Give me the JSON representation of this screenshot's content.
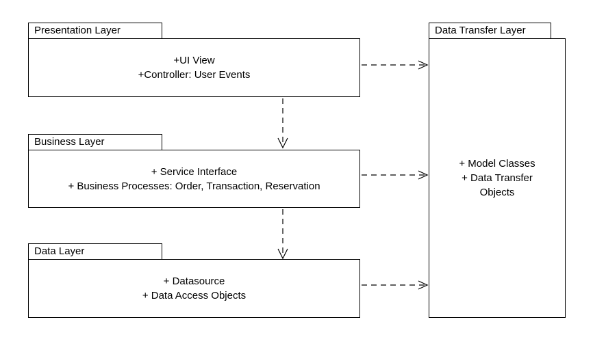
{
  "layers": {
    "presentation": {
      "title": "Presentation Layer",
      "lines": [
        "+UI View",
        "+Controller: User Events"
      ]
    },
    "business": {
      "title": "Business Layer",
      "lines": [
        "+ Service Interface",
        "+ Business Processes: Order, Transaction, Reservation"
      ]
    },
    "data": {
      "title": "Data Layer",
      "lines": [
        "+ Datasource",
        "+ Data Access Objects"
      ]
    },
    "transfer": {
      "title": "Data Transfer Layer",
      "lines": [
        "+ Model Classes",
        "+ Data Transfer",
        "Objects"
      ]
    }
  }
}
